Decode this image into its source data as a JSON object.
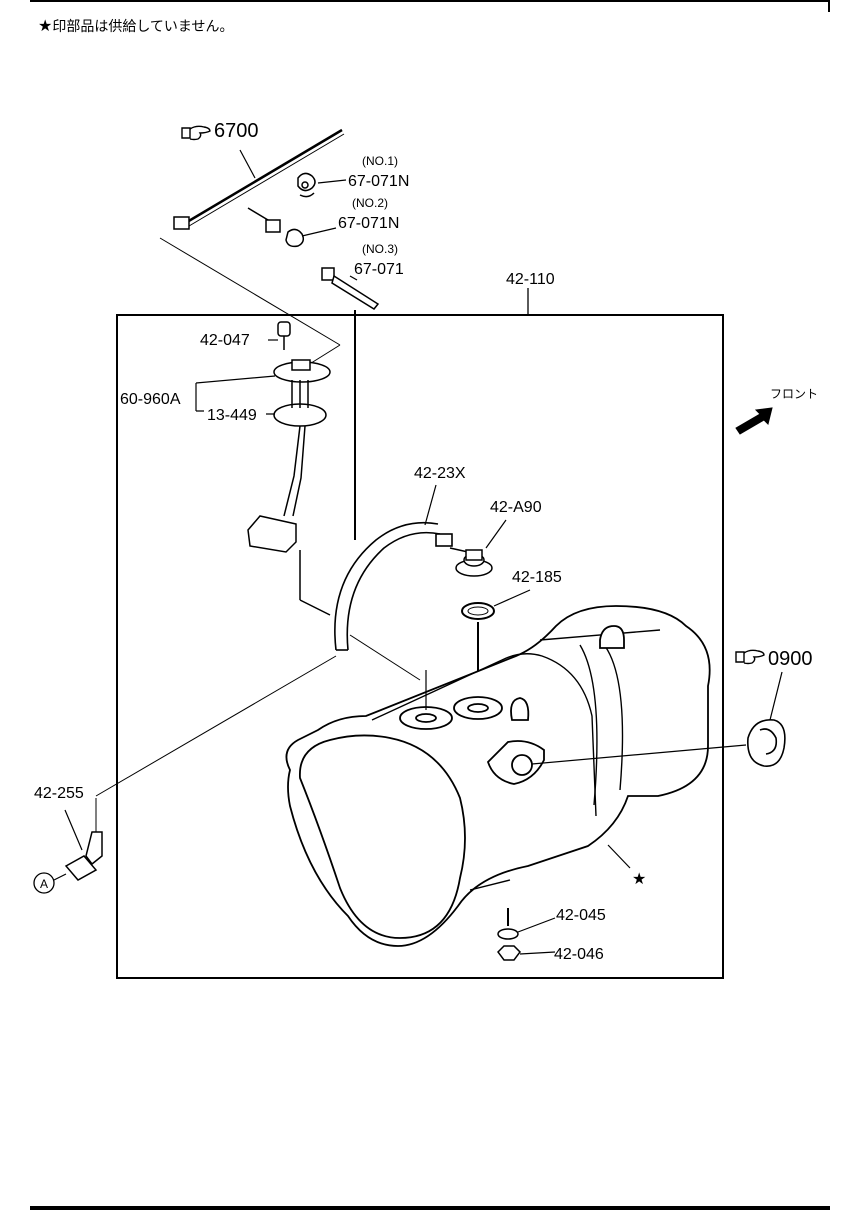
{
  "note": {
    "star": "★",
    "text": "印部品は供給していません。"
  },
  "front_label": "フロント",
  "refs": {
    "ref_6700": "6700",
    "ref_0900": "0900"
  },
  "parts": {
    "p_no1": "(NO.1)",
    "p_67071n_1": "67-071N",
    "p_no2": "(NO.2)",
    "p_67071n_2": "67-071N",
    "p_no3": "(NO.3)",
    "p_67071": "67-071",
    "p_42110": "42-110",
    "p_42047": "42-047",
    "p_60960a": "60-960A",
    "p_13449": "13-449",
    "p_4223x": "42-23X",
    "p_42a90": "42-A90",
    "p_42185": "42-185",
    "p_42255": "42-255",
    "p_42045": "42-045",
    "p_42046": "42-046"
  },
  "callout_a": "A",
  "star_mark": "★"
}
